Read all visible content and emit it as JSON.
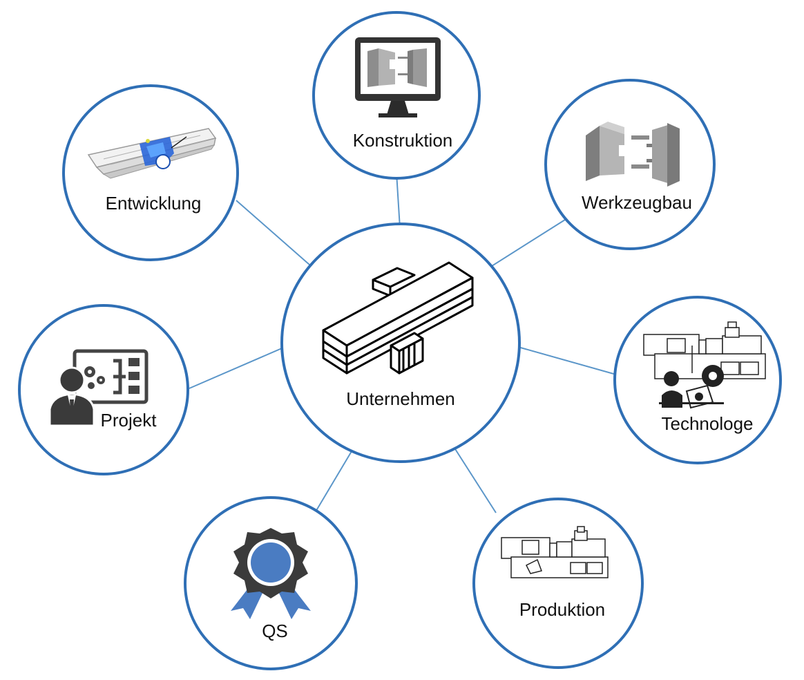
{
  "colors": {
    "circle_stroke": "#2f6fb5",
    "connector": "#5b96c9",
    "badge_fill": "#4a7cc2",
    "icon_dark": "#3a3a3a",
    "icon_gray": "#8a8a8a",
    "sim_blue": "#2a66d8"
  },
  "center": {
    "label": "Unternehmen",
    "icon": "factory-building-icon"
  },
  "nodes": [
    {
      "id": "konstruktion",
      "label": "Konstruktion",
      "icon": "monitor-mold-icon"
    },
    {
      "id": "werkzeugbau",
      "label": "Werkzeugbau",
      "icon": "mold-tool-icon"
    },
    {
      "id": "technologe",
      "label": "Technologe",
      "icon": "technologist-machine-icon"
    },
    {
      "id": "produktion",
      "label": "Produktion",
      "icon": "injection-machine-icon"
    },
    {
      "id": "qs",
      "label": "QS",
      "icon": "quality-badge-icon"
    },
    {
      "id": "projekt",
      "label": "Projekt",
      "icon": "project-manager-icon"
    },
    {
      "id": "entwicklung",
      "label": "Entwicklung",
      "icon": "simulation-part-icon"
    }
  ]
}
